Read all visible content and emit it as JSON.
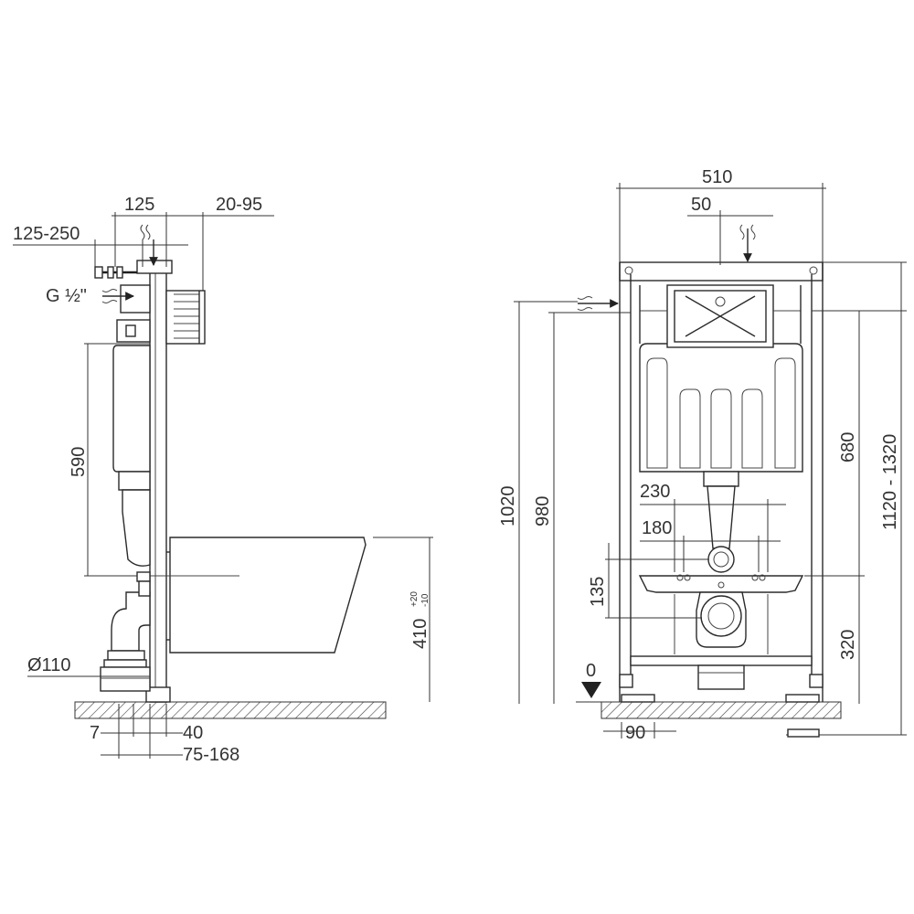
{
  "side_view": {
    "dim_125": "125",
    "dim_20_95": "20-95",
    "dim_125_250": "125-250",
    "dim_g_half": "G ½\"",
    "dim_590": "590",
    "dim_410": "410",
    "dim_410_plus": "+20",
    "dim_410_minus": "-10",
    "dim_d110": "Ø110",
    "dim_7": "7",
    "dim_40": "40",
    "dim_75_168": "75-168"
  },
  "front_view": {
    "dim_510": "510",
    "dim_50": "50",
    "dim_1020": "1020",
    "dim_980": "980",
    "dim_680": "680",
    "dim_1120_1320": "1120 - 1320",
    "dim_230": "230",
    "dim_180": "180",
    "dim_135": "135",
    "dim_320": "320",
    "dim_0": "0",
    "dim_90": "90"
  }
}
